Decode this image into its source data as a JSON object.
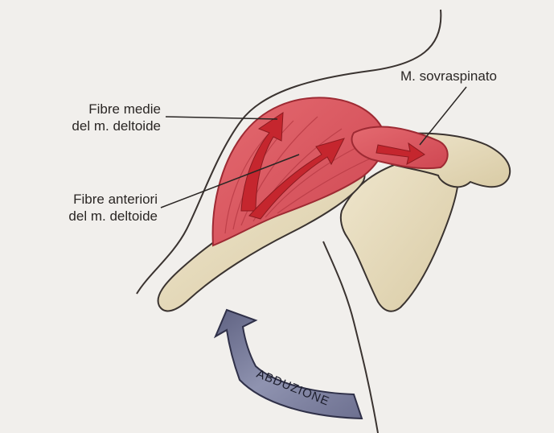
{
  "labels": {
    "middle_fibers": {
      "line1": "Fibre medie",
      "line2": "del m. deltoide"
    },
    "anterior_fibers": {
      "line1": "Fibre anteriori",
      "line2": "del m. deltoide"
    },
    "supraspinatus": "M. sovraspinato",
    "movement_arrow": "ABDUZIONE"
  },
  "colors": {
    "background": "#f1efec",
    "bone": "#e6dbbd",
    "muscle": "#d9565f",
    "muscle_arrow": "#c5262e",
    "abduction_arrow": "#7a7d9a",
    "outline": "#3a3330"
  }
}
